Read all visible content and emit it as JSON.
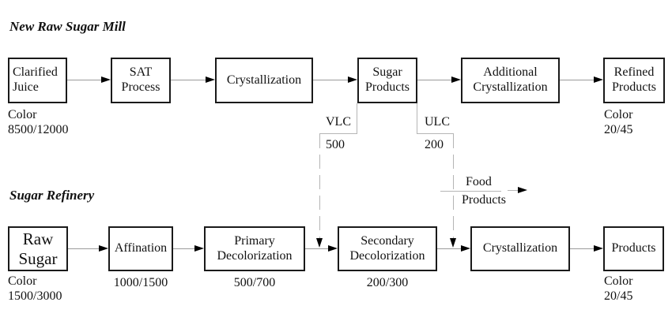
{
  "mill": {
    "title": "New Raw Sugar Mill",
    "boxes": [
      {
        "label": "Clarified Juice"
      },
      {
        "label": "SAT Process"
      },
      {
        "label": "Crystallization"
      },
      {
        "label": "Sugar Products"
      },
      {
        "label": "Additional Crystallization"
      },
      {
        "label": "Refined Products"
      }
    ],
    "input_color": {
      "line1": "Color",
      "line2": "8500/12000"
    },
    "output_color": {
      "line1": "Color",
      "line2": "20/45"
    }
  },
  "refinery": {
    "title": "Sugar Refinery",
    "boxes": [
      {
        "label": "Raw Sugar"
      },
      {
        "label": "Affination"
      },
      {
        "label": "Primary Decolorization"
      },
      {
        "label": "Secondary Decolorization"
      },
      {
        "label": "Crystallization"
      },
      {
        "label": "Products"
      }
    ],
    "input_color": {
      "line1": "Color",
      "line2": "1500/3000"
    },
    "output_color": {
      "line1": "Color",
      "line2": "20/45"
    },
    "stage_values": {
      "affination": "1000/1500",
      "primary": "500/700",
      "secondary": "200/300"
    }
  },
  "streams": {
    "vlc": {
      "label": "VLC",
      "value": "500"
    },
    "ulc": {
      "label": "ULC",
      "value": "200"
    },
    "food": {
      "line1": "Food",
      "line2": "Products"
    }
  },
  "colors": {
    "box_border": "#1a1a1a",
    "connector_line": "#9a9a9a",
    "stream_line": "#b5b5b5",
    "arrowhead": "#000000",
    "text": "#111111",
    "background": "#ffffff"
  }
}
